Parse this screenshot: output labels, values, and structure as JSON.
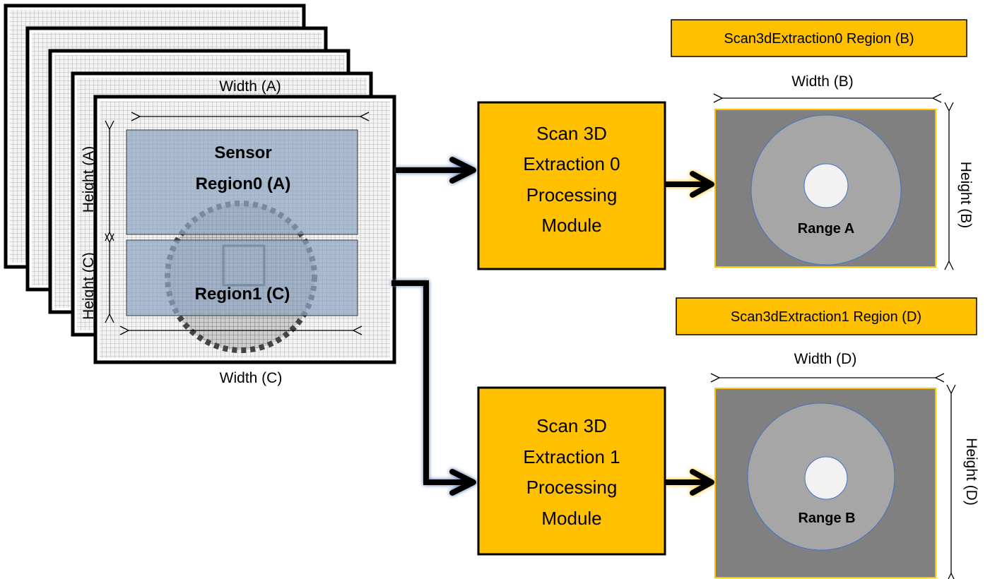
{
  "sensor_stack": {
    "width_a": "Width (A)",
    "height_a": "Height (A)",
    "height_c": "Height (C)",
    "width_c": "Width (C)",
    "region0_line1": "Sensor",
    "region0_line2": "Region0 (A)",
    "region1": "Region1 (C)"
  },
  "module0": {
    "lines": [
      "Scan 3D",
      "Extraction 0",
      "Processing",
      "Module"
    ]
  },
  "module1": {
    "lines": [
      "Scan 3D",
      "Extraction 1",
      "Processing",
      "Module"
    ]
  },
  "region_b": {
    "title": "Scan3dExtraction0 Region (B)",
    "width": "Width (B)",
    "height": "Height (B)",
    "range": "Range A"
  },
  "region_d": {
    "title": "Scan3dExtraction1 Region (D)",
    "width": "Width (D)",
    "height": "Height (D)",
    "range": "Range B"
  },
  "colors": {
    "module_fill": "#FFC000",
    "output_bg": "#808080",
    "range_disc": "#A6A6A6",
    "center_disc": "#F2F2F2",
    "region_overlay": "#8EA4C0",
    "connector": "#000000"
  }
}
